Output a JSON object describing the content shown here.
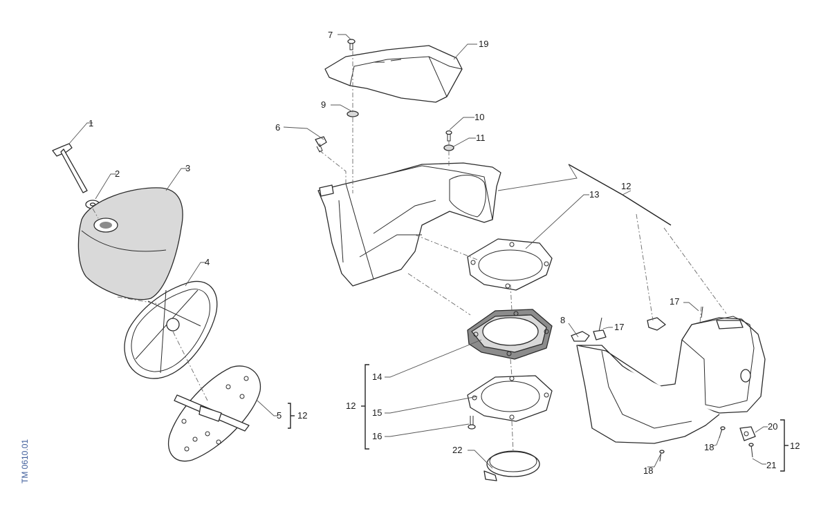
{
  "drawing_code": "TM 0610.01",
  "callouts": {
    "c1": "1",
    "c2": "2",
    "c3": "3",
    "c4": "4",
    "c5": "5",
    "c6": "6",
    "c7": "7",
    "c8": "8",
    "c9": "9",
    "c10": "10",
    "c11": "11",
    "c12_top": "12",
    "c12_left": "12",
    "c12_right": "12",
    "c12_p5": "12",
    "c13": "13",
    "c14": "14",
    "c15": "15",
    "c16": "16",
    "c17_left": "17",
    "c17_top": "17",
    "c18_left": "18",
    "c18_right": "18",
    "c19": "19",
    "c20": "20",
    "c21": "21",
    "c22": "22"
  },
  "colors": {
    "part_shade": "#d9d9d9",
    "dark_shade": "#8c8c8c",
    "code_text": "#3d5c9a"
  }
}
